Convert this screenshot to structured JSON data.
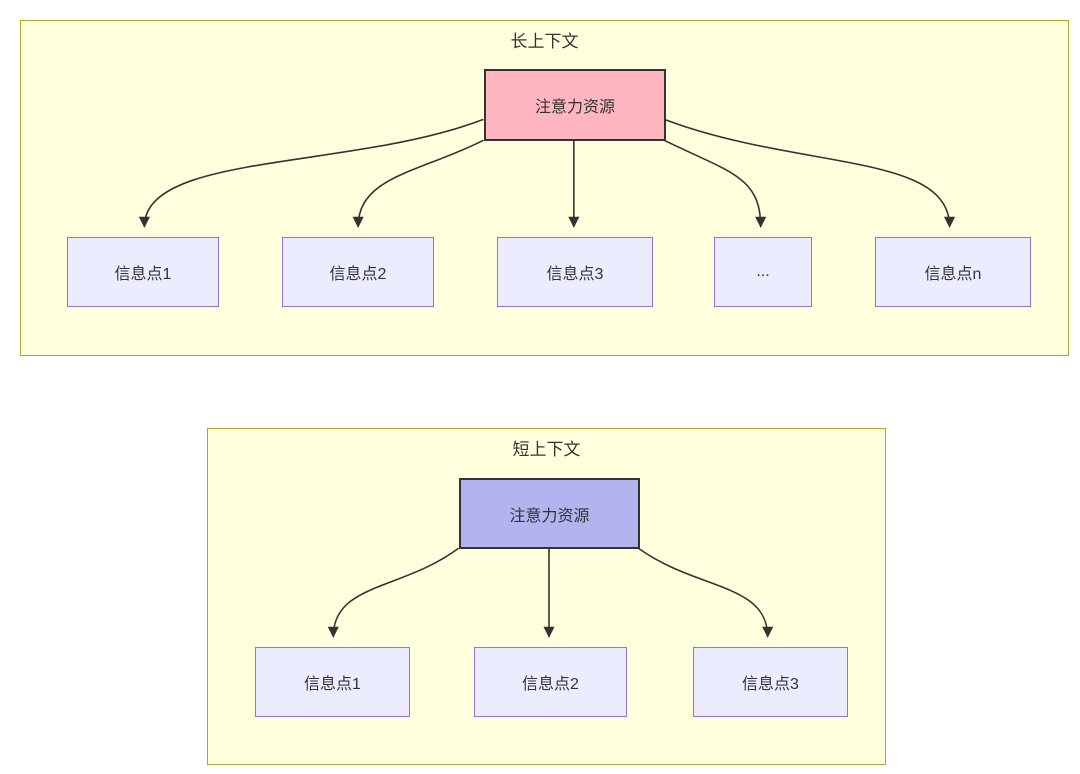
{
  "colors": {
    "page_background": "#ffffff",
    "cluster_fill": "#ffffde",
    "cluster_border": "#aaaa33",
    "node_fill": "#ececff",
    "node_border": "#9370db",
    "root_border": "#333333",
    "arrow": "#333333",
    "text": "#333333",
    "long_root_fill": "#ffb6c1",
    "short_root_fill": "#b3b3f0"
  },
  "diagrams": [
    {
      "title": "长上下文",
      "root": {
        "label": "注意力资源",
        "fill": "#ffb6c1"
      },
      "children": [
        {
          "label": "信息点1"
        },
        {
          "label": "信息点2"
        },
        {
          "label": "信息点3"
        },
        {
          "label": "..."
        },
        {
          "label": "信息点n"
        }
      ]
    },
    {
      "title": "短上下文",
      "root": {
        "label": "注意力资源",
        "fill": "#b3b3f0"
      },
      "children": [
        {
          "label": "信息点1"
        },
        {
          "label": "信息点2"
        },
        {
          "label": "信息点3"
        }
      ]
    }
  ]
}
